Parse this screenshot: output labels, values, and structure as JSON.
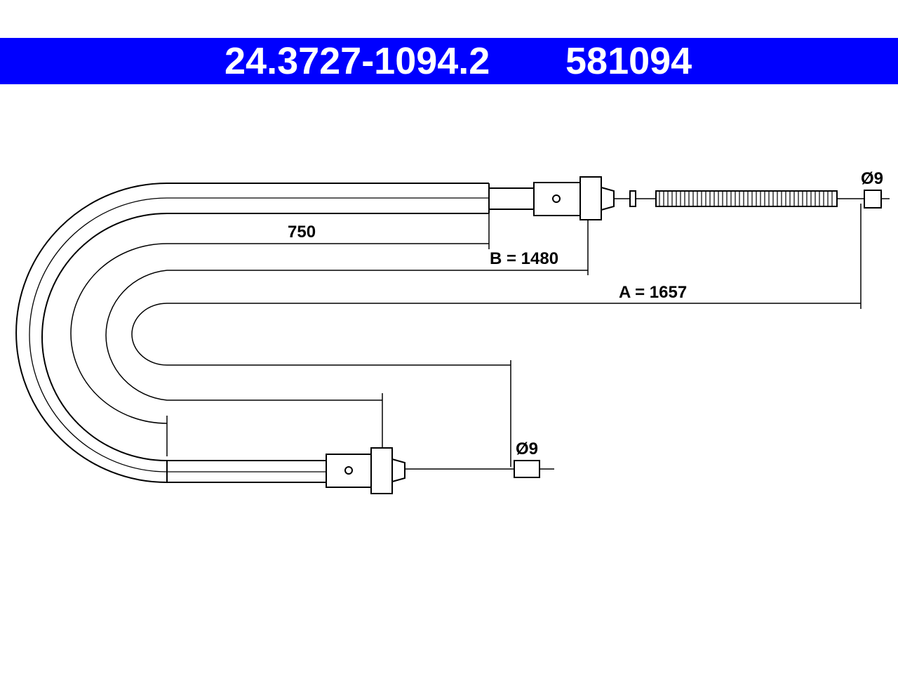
{
  "header": {
    "part_number_1": "24.3727-1094.2",
    "part_number_2": "581094"
  },
  "dimensions": {
    "d1": "750",
    "d2": "B = 1480",
    "d3": "A = 1657",
    "diameter_top": "Ø9",
    "diameter_bottom": "Ø9"
  },
  "colors": {
    "header_bg": "#0000ff",
    "header_text": "#ffffff",
    "line": "#000000"
  }
}
